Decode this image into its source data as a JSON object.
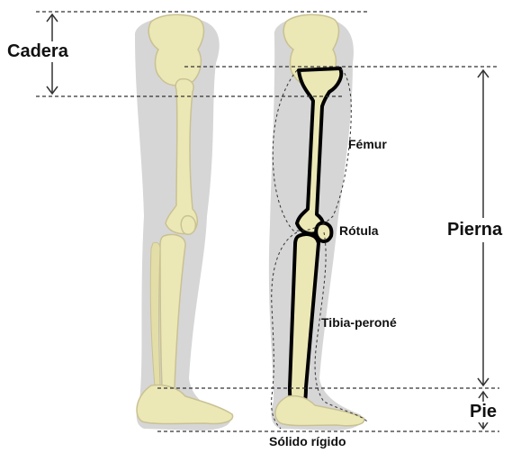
{
  "labels": {
    "cadera": "Cadera",
    "femur": "Fémur",
    "rotula": "Rótula",
    "pierna": "Pierna",
    "tibia_perone": "Tibia-peroné",
    "pie": "Pie",
    "solido_rigido": "Sólido rígido"
  },
  "colors": {
    "bone": "#ece8b6",
    "bone_shadow": "#c9c193",
    "body_silhouette": "#d6d6d6",
    "outline": "#000000",
    "guide_line": "#333333"
  }
}
